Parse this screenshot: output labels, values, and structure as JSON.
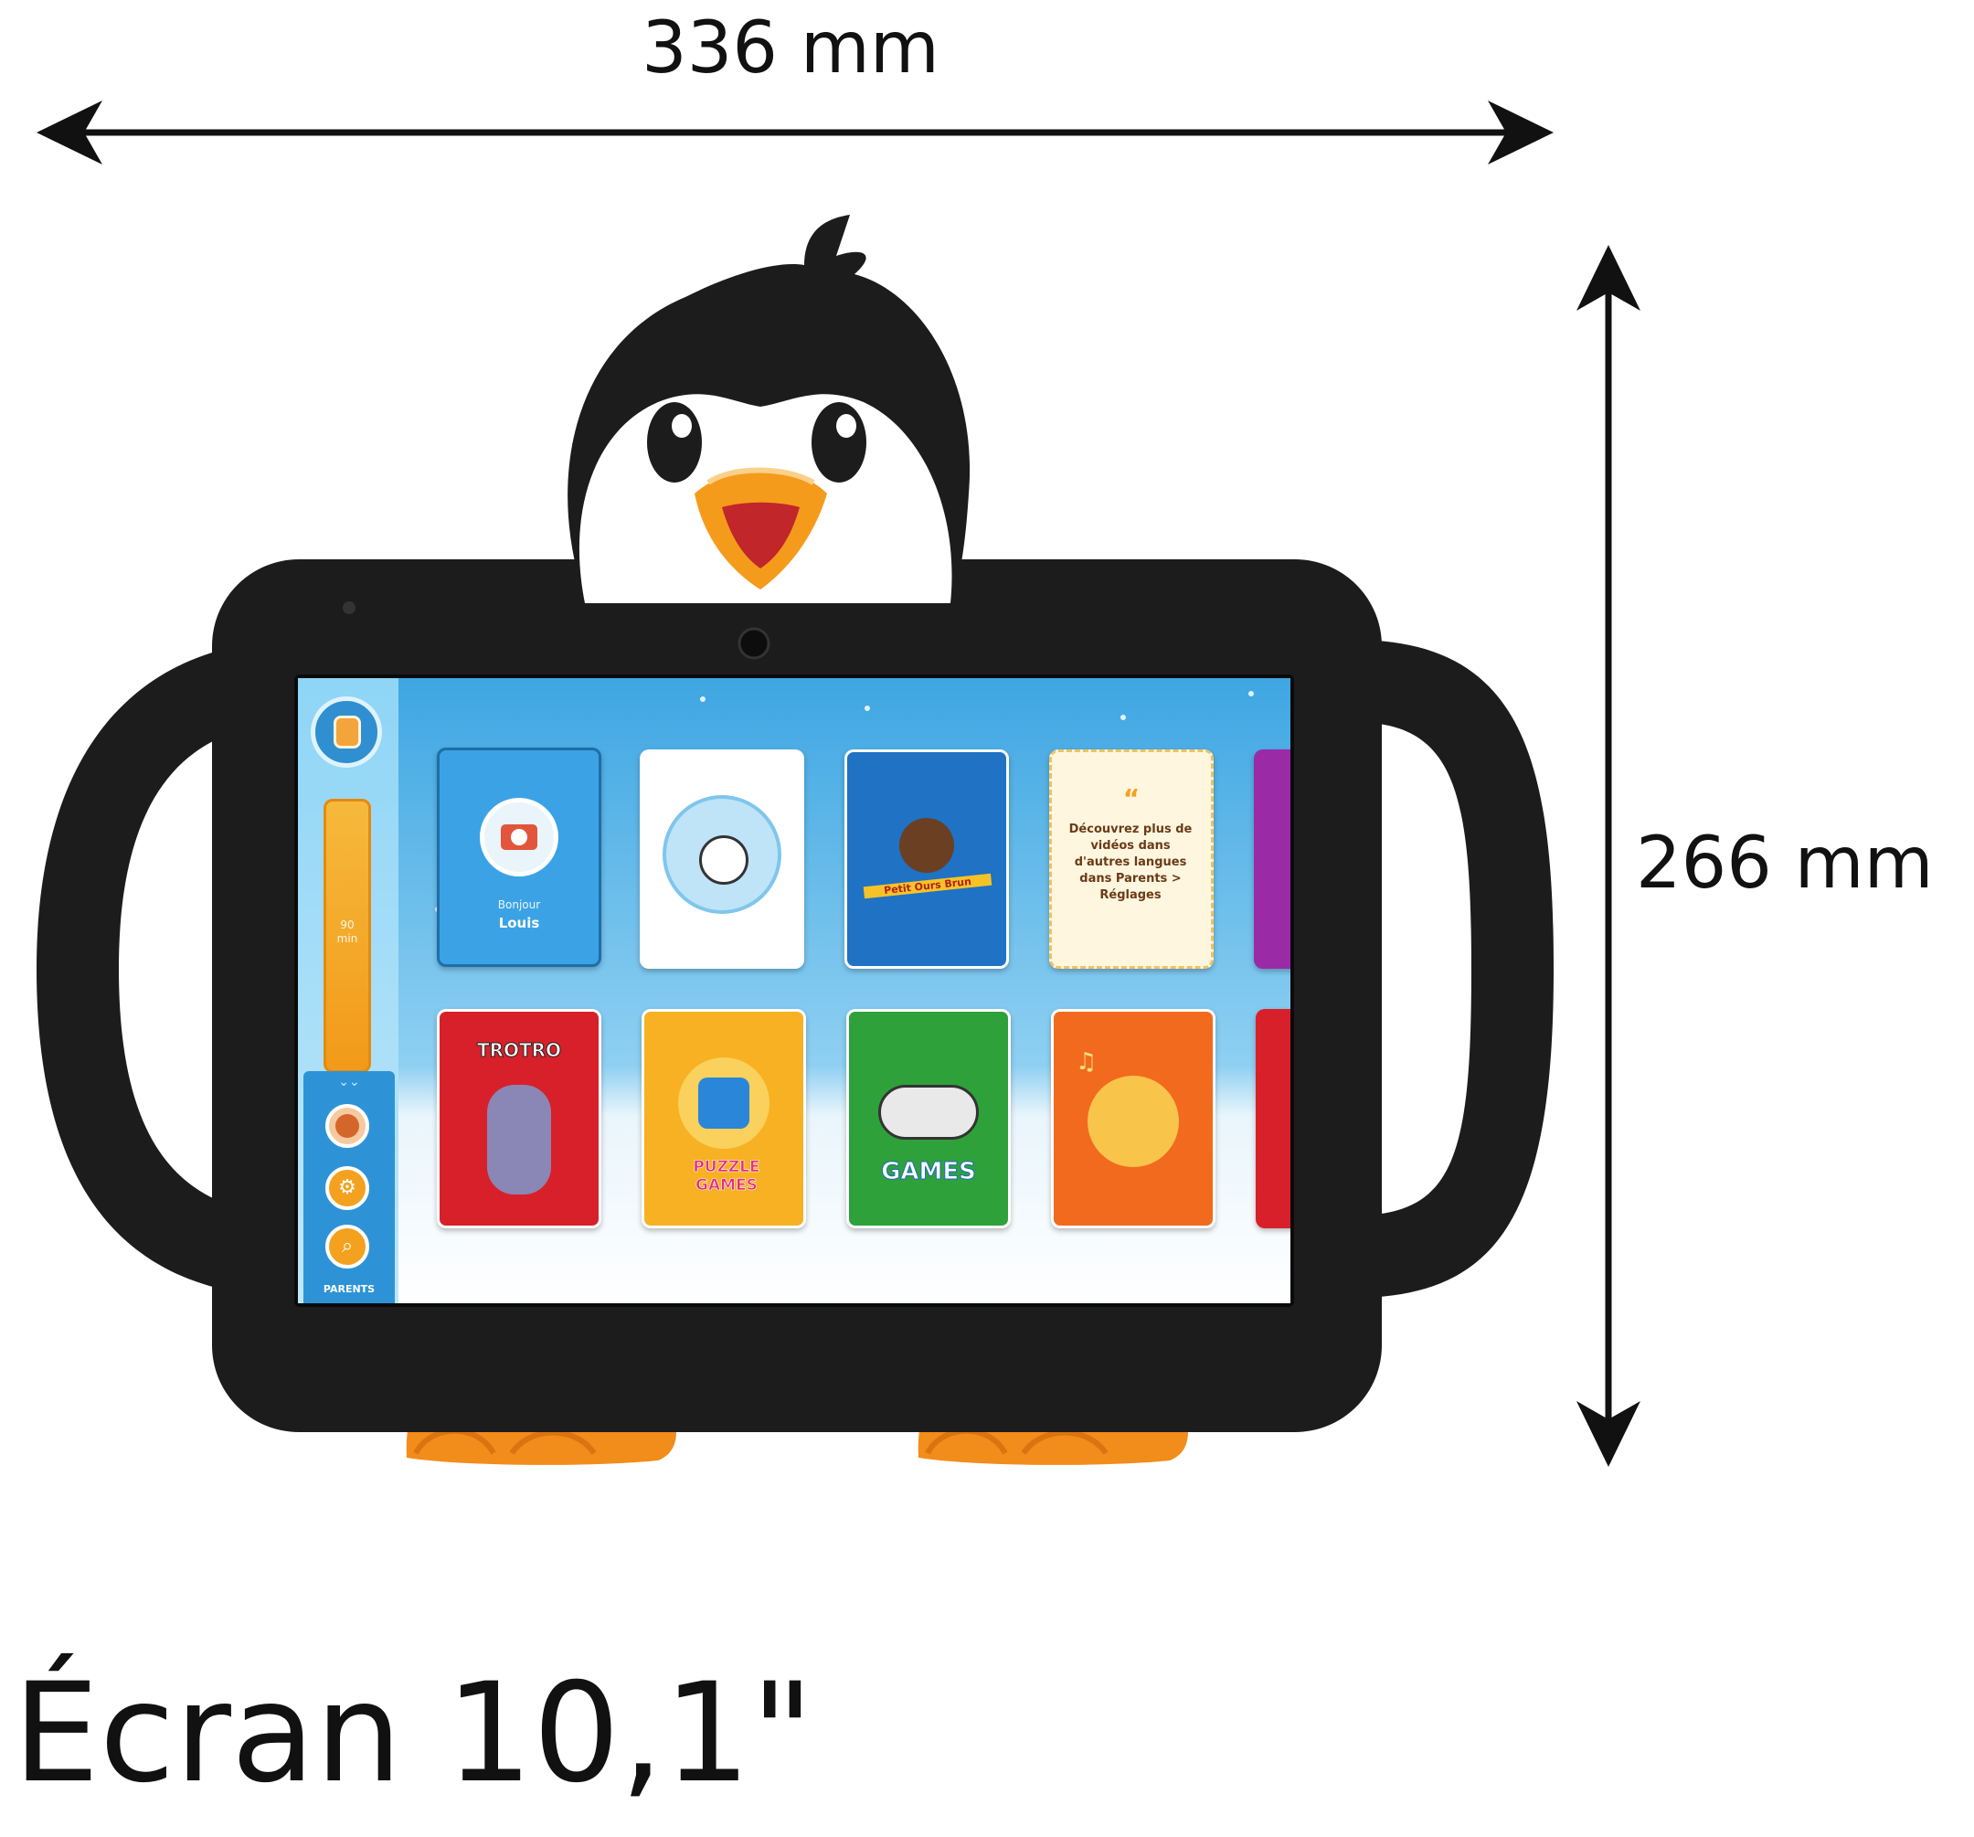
{
  "dimensions": {
    "width": "336 mm",
    "height": "266 mm"
  },
  "caption": "Écran 10,1\"",
  "screen": {
    "timer_text": "90\nmin",
    "parents_label": "PARENTS",
    "cards_row1": [
      {
        "title": "Bonjour",
        "subtitle": "Louis",
        "icon": "camera-icon",
        "bg": "#3ba3e5"
      },
      {
        "icon": "cow-sleeping-icon",
        "bg": "#ffffff"
      },
      {
        "title": "Petit Ours Brun",
        "icon": "bear-icon",
        "bg": "#1f72c4"
      },
      {
        "quote": "“",
        "text": "Découvrez plus de vidéos dans d'autres langues dans Parents > Réglages",
        "bg": "#fff6e0"
      },
      {
        "bg": "#9b2aa6"
      }
    ],
    "cards_row2": [
      {
        "title": "TROTRO",
        "icon": "donkey-icon",
        "bg": "#d8202a"
      },
      {
        "title": "PUZZLE GAMES",
        "icon": "puzzle-icon",
        "bg": "#f7b122"
      },
      {
        "title": "GAMES",
        "icon": "gamepad-icon",
        "bg": "#2ea13a"
      },
      {
        "icon": "moon-star-icon",
        "bg": "#f26a1e"
      },
      {
        "bg": "#d8202a"
      }
    ]
  },
  "colors": {
    "case": "#1c1c1c",
    "feet": "#f28c1a",
    "beak": "#f59b1c",
    "accent_orange": "#f4a11f",
    "sky": "#3ea6e2"
  }
}
